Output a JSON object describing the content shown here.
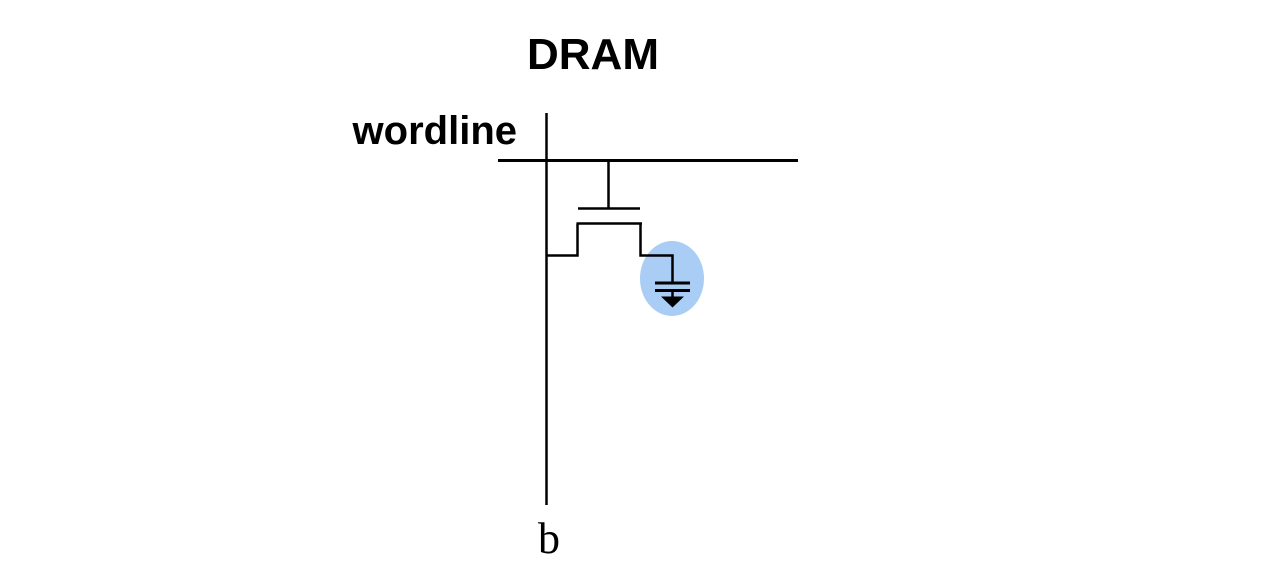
{
  "title": "DRAM",
  "labels": {
    "wordline": "wordline",
    "bitline": "b"
  },
  "diagram": {
    "line_color": "#000000",
    "highlight_color": "#a9cdf5",
    "background_color": "#ffffff",
    "text_color": "#000000"
  }
}
